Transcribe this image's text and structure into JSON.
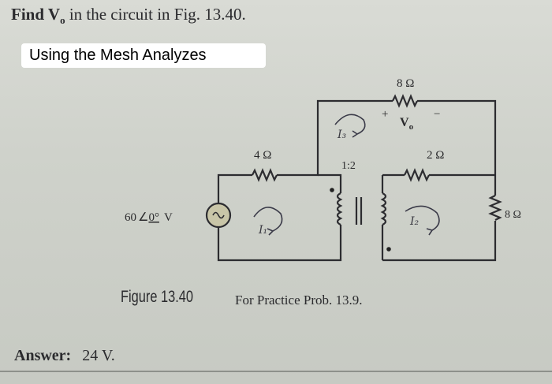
{
  "problem": {
    "title": "Find V",
    "title_sub": "o",
    "title_rest": " in the circuit in Fig. 13.40."
  },
  "overlay_label": "Using the Mesh Analyzes",
  "circuit": {
    "r_top": "8 Ω",
    "vo_plus": "+",
    "vo_label": "V",
    "vo_sub": "o",
    "vo_minus": "−",
    "r_left": "4 Ω",
    "ratio": "1:2",
    "r_mid": "2 Ω",
    "r_right": "8 Ω",
    "source": "60",
    "source_angle": "0°",
    "source_unit": "V",
    "mesh_labels": [
      "I₃",
      "I₁",
      "I₂"
    ]
  },
  "figure_caption": "Figure 13.40",
  "caption_text": "For Practice Prob. 13.9.",
  "answer": {
    "label": "Answer:",
    "value": "24 V."
  }
}
